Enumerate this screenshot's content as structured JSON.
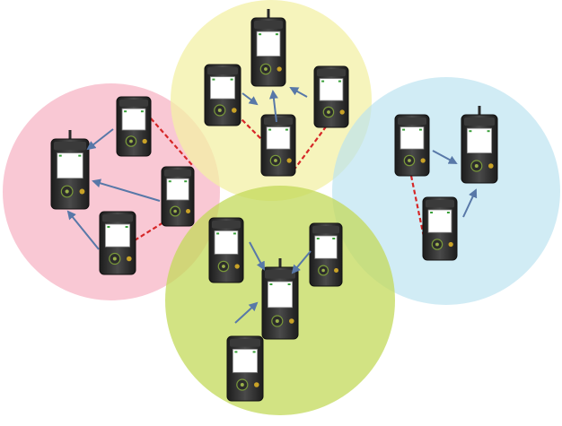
{
  "colors": {
    "cluster_red": "#f7b6c6",
    "cluster_yellow": "#f3f0a6",
    "cluster_blue": "#b8e2f0",
    "cluster_green": "#c3d95a",
    "arrow": "#5878a8",
    "dashed_link": "#d62728",
    "device_body": "#2a2a2a",
    "device_screen": "#ffffff",
    "device_key": "#c9a227"
  },
  "clusters": [
    {
      "id": "red",
      "color_key": "cluster_red"
    },
    {
      "id": "yellow",
      "color_key": "cluster_yellow"
    },
    {
      "id": "blue",
      "color_key": "cluster_blue"
    },
    {
      "id": "green",
      "color_key": "cluster_green"
    }
  ],
  "icons": {
    "device": "portable-radio-device-icon",
    "head_device": "cluster-head-radio-icon"
  }
}
